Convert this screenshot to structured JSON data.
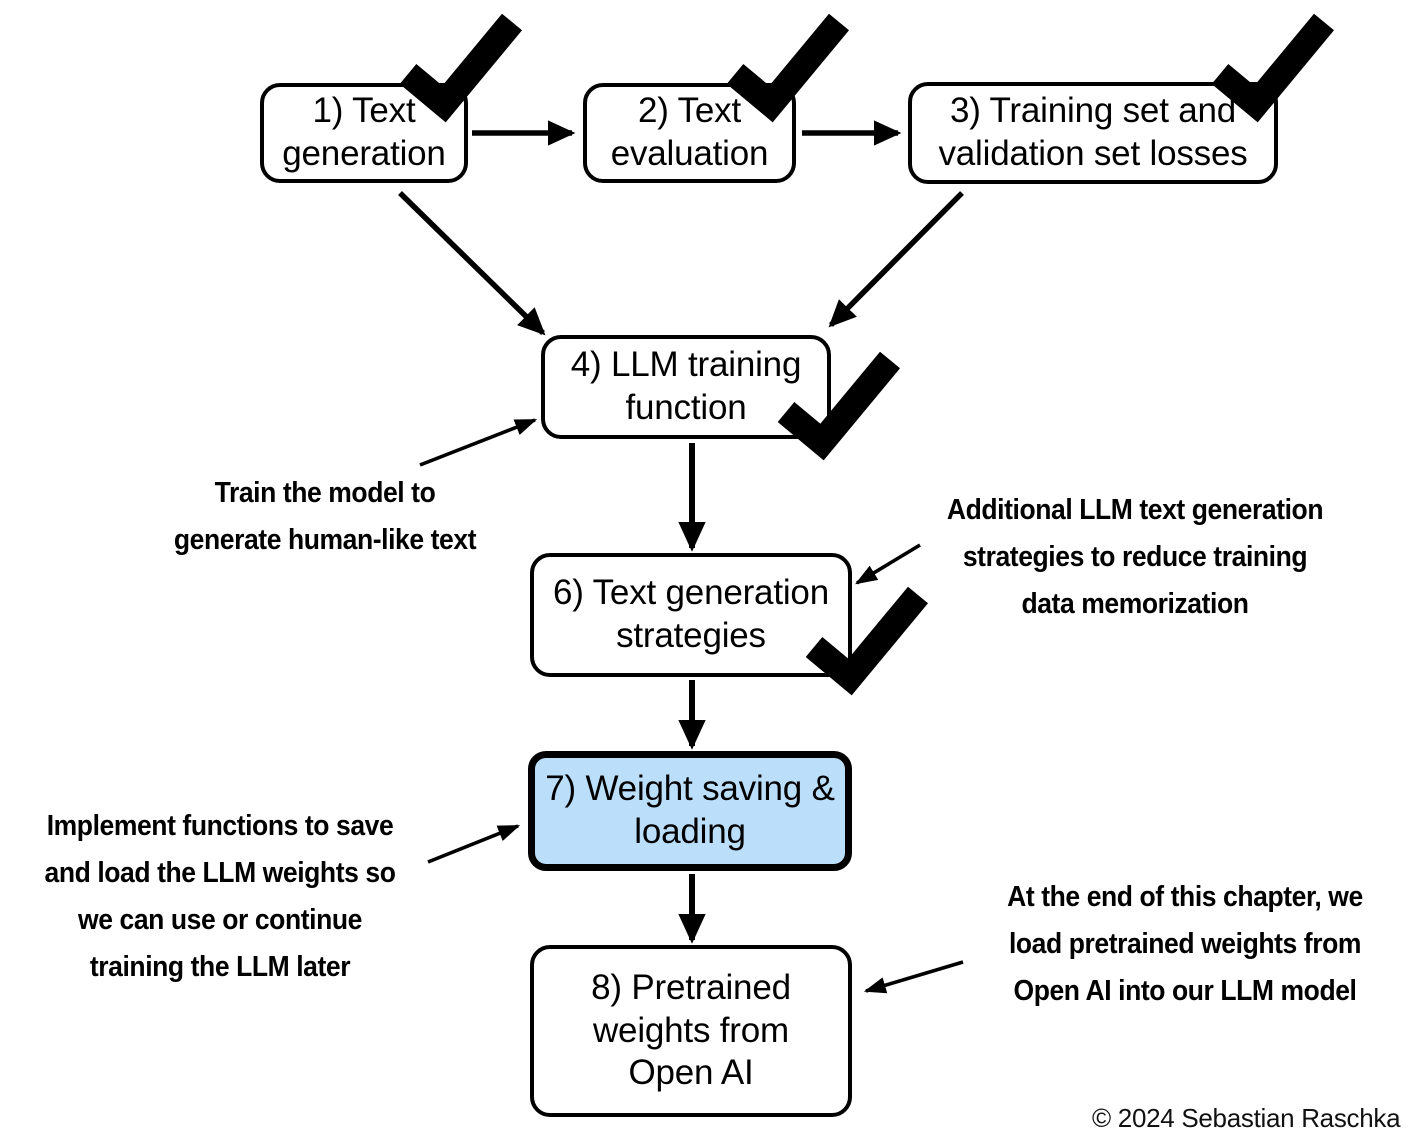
{
  "diagram": {
    "title": "LLM build chapter progress flowchart",
    "background_color": "#ffffff",
    "highlight_color": "#bbdefb",
    "stroke_color": "#000000"
  },
  "nodes": [
    {
      "id": "n1",
      "label": "1) Text\ngeneration",
      "checked": true,
      "highlighted": false
    },
    {
      "id": "n2",
      "label": "2) Text\nevaluation",
      "checked": true,
      "highlighted": false
    },
    {
      "id": "n3",
      "label": "3) Training set and\nvalidation set losses",
      "checked": true,
      "highlighted": false
    },
    {
      "id": "n4",
      "label": "4) LLM training\nfunction",
      "checked": true,
      "highlighted": false
    },
    {
      "id": "n6",
      "label": "6) Text generation\nstrategies",
      "checked": true,
      "highlighted": false
    },
    {
      "id": "n7",
      "label": "7) Weight saving &\nloading",
      "checked": false,
      "highlighted": true
    },
    {
      "id": "n8",
      "label": "8) Pretrained\nweights from\nOpen AI",
      "checked": false,
      "highlighted": false
    }
  ],
  "annotations": [
    {
      "id": "a1",
      "text": "Train the model to\ngenerate human-like text",
      "target": "n4"
    },
    {
      "id": "a2",
      "text": "Additional LLM text generation\nstrategies to reduce training\ndata memorization",
      "target": "n6"
    },
    {
      "id": "a3",
      "text": "Implement functions to save\nand load the LLM weights so\nwe can use or continue\ntraining the LLM later",
      "target": "n7"
    },
    {
      "id": "a4",
      "text": "At the end of this chapter, we\nload pretrained weights from\nOpen AI into our LLM model",
      "target": "n8"
    }
  ],
  "edges": [
    {
      "from": "n1",
      "to": "n2"
    },
    {
      "from": "n2",
      "to": "n3"
    },
    {
      "from": "n1",
      "to": "n4"
    },
    {
      "from": "n3",
      "to": "n4"
    },
    {
      "from": "n4",
      "to": "n6"
    },
    {
      "from": "n6",
      "to": "n7"
    },
    {
      "from": "n7",
      "to": "n8"
    }
  ],
  "footer": {
    "copyright": "© 2024 Sebastian Raschka"
  }
}
